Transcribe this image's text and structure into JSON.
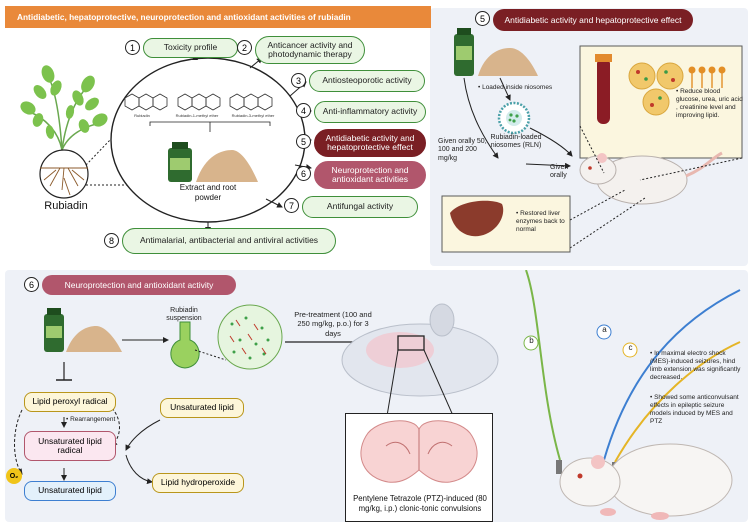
{
  "top_banner": {
    "title": "Antidiabetic, hepatoprotective, neuroprotection and antioxidant activities of rubiadin"
  },
  "left_panel": {
    "plant_label": "Rubiadin",
    "extract_label": "Extract and root powder",
    "structures": [
      "Rubiadin",
      "Rubiadin-1-methyl ether",
      "Rubiadin-3-methyl ether"
    ],
    "activities": [
      {
        "num": "1",
        "label": "Toxicity profile"
      },
      {
        "num": "2",
        "label": "Anticancer activity and photodynamic therapy"
      },
      {
        "num": "3",
        "label": "Antiosteoporotic activity"
      },
      {
        "num": "4",
        "label": "Anti-inflammatory activity"
      },
      {
        "num": "5",
        "label": "Antidiabetic activity and hepatoprotective effect"
      },
      {
        "num": "6",
        "label": "Neuroprotection and antioxidant activities"
      },
      {
        "num": "7",
        "label": "Antifungal activity"
      },
      {
        "num": "8",
        "label": "Antimalarial, antibacterial and  antiviral activities"
      }
    ]
  },
  "panel5": {
    "num": "5",
    "title": "Antidiabetic activity and hepatoprotective effect",
    "loaded": "• Loaded inside niosomes",
    "niosome": "Rubiadin-loaded niosomes (RLN)",
    "dose": "Given orally 50, 100 and 200 mg/kg",
    "given": "Given orally",
    "effect1": "• Reduce blood glucose, urea, uric acid , creatinine level and improving lipid.",
    "effect2": "• Restored liver enzymes back to normal"
  },
  "panel6": {
    "num": "6",
    "title": "Neuroprotection and antioxidant activity",
    "suspension": "Rubiadin suspension",
    "pretreat": "Pre-treatment (100 and 250 mg/kg, p.o.) for 3 days",
    "mech": {
      "lpr": "Lipid peroxyl radical",
      "rearr": "• Rearrangement",
      "ulr": "Unsaturated lipid radical",
      "ul_top": "Unsaturated lipid",
      "lh": "Lipid hydroperoxide",
      "ul_bottom": "Unsaturated lipid",
      "o2": "O₂"
    },
    "electrodes": [
      "b",
      "a",
      "c"
    ],
    "brain_caption": "Pentylene Tetrazole (PTZ)-induced (80 mg/kg, i.p.) clonic-tonic convulsions",
    "note1": "• In maximal electro shock (MES)-induced seizures, hind limb extension was significantly decreased.",
    "note2": "• Showed some anticonvulsant effects in epileptic seizure models induced by MES and PTZ"
  },
  "colors": {
    "orange": "#e9893a",
    "maroon": "#7a1f24",
    "mauve": "#b1566c",
    "green": "#3f8f3a",
    "panel": "#eef1f7"
  }
}
